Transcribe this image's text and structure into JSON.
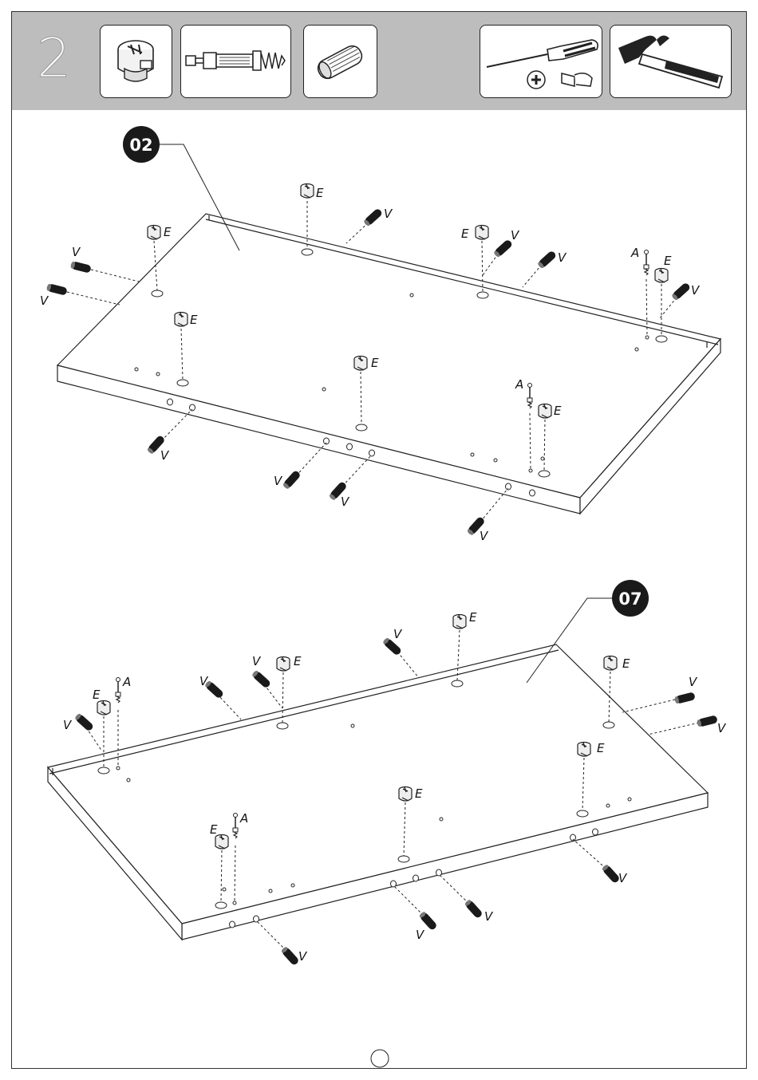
{
  "step": {
    "number": "2"
  },
  "panels": [
    {
      "badge": "02"
    },
    {
      "badge": "07"
    }
  ],
  "labels": {
    "cam": "E",
    "dowel": "V",
    "bolt": "A"
  },
  "icons": [
    "cam-lock-icon",
    "cam-bolt-icon",
    "wood-dowel-icon",
    "screwdriver-icon",
    "hammer-icon"
  ],
  "page_number": ""
}
